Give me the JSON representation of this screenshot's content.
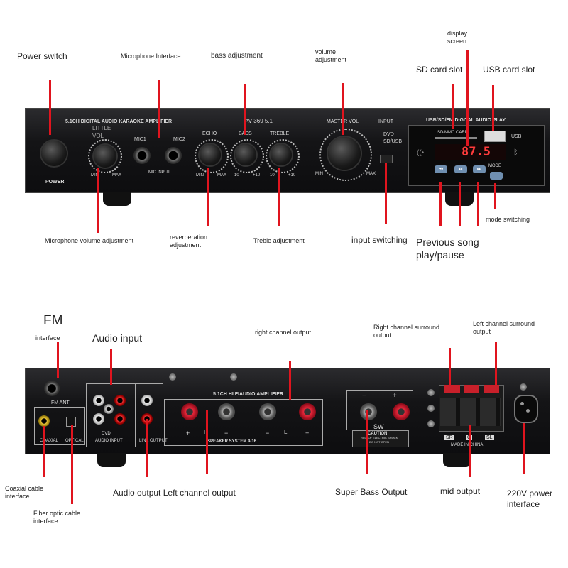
{
  "front": {
    "top_labels": {
      "power_switch": "Power switch",
      "microphone_interface": "Microphone Interface",
      "bass_adjustment": "bass adjustment",
      "volume_adjustment_line1": "volume",
      "volume_adjustment_line2": "adjustment",
      "display_screen_line1": "display",
      "display_screen_line2": "screen",
      "sd_card_slot": "SD card slot",
      "usb_card_slot": "USB card slot"
    },
    "bottom_labels": {
      "mic_volume_adjustment": "Microphone volume adjustment",
      "reverberation_line1": "reverberation",
      "reverberation_line2": "adjustment",
      "treble_adjustment": "Treble adjustment",
      "input_switching": "input switching",
      "previous_song": "Previous song",
      "play_pause": "play/pause",
      "mode_switching": "mode switching"
    },
    "panel": {
      "model_title": "5.1CH DIGITAL AUDIO KARAOKE AMPLIFIER",
      "model_number": "AV 369 5.1",
      "little": "LITTLE",
      "vol": "VOL",
      "power": "POWER",
      "min": "MIN",
      "max": "MAX",
      "mic1": "MIC1",
      "mic2": "MIC2",
      "mic_input": "MIC INPUT",
      "echo": "ECHO",
      "bass": "BASS",
      "treble": "TREBLE",
      "minus10": "-10",
      "plus10": "+10",
      "master_vol": "MASTER VOL",
      "input": "INPUT",
      "dvd": "DVD",
      "sd_usb": "SD/USB",
      "usb_title": "USB/SD/FM DIGITAL AUDIO PLAY",
      "sd_card": "SD/MMC CARD",
      "usb": "USB",
      "display": "87.5",
      "mode": "MODE"
    }
  },
  "rear": {
    "top_labels": {
      "fm": "FM",
      "interface": "interface",
      "audio_input": "Audio input",
      "right_channel_output": "right channel output",
      "right_surround_line1": "Right channel surround",
      "right_surround_line2": "output",
      "left_surround_line1": "Left channel surround",
      "left_surround_line2": "output"
    },
    "bottom_labels": {
      "coaxial_line1": "Coaxial cable",
      "coaxial_line2": "interface",
      "fiber_line1": "Fiber optic cable",
      "fiber_line2": "interface",
      "audio_output_left": "Audio output Left channel output",
      "super_bass": "Super Bass Output",
      "mid_output": "mid output",
      "power_line1": "220V power",
      "power_line2": "interface"
    },
    "panel": {
      "fm_ant": "FM ANT",
      "coaxial": "COAXIAL",
      "optical": "OPTICAL",
      "dvd": "DVD",
      "audio_input": "AUDIO INPUT",
      "line_output": "LINE OUTPUT",
      "hifi_title": "5.1CH HI FIAUDIO AMPLIFIER",
      "speaker_system": "SPEAKER SYSTEM 4-16",
      "r": "R",
      "l": "L",
      "sw": "SW",
      "caution": "CAUTION",
      "caution_text1": "RISK OF ELECTRIC SHOCK",
      "caution_text2": "DO NOT OPEN",
      "sr": "SR",
      "c": "C",
      "sl": "SL",
      "made_in_china": "MADE IN CHINA"
    }
  }
}
